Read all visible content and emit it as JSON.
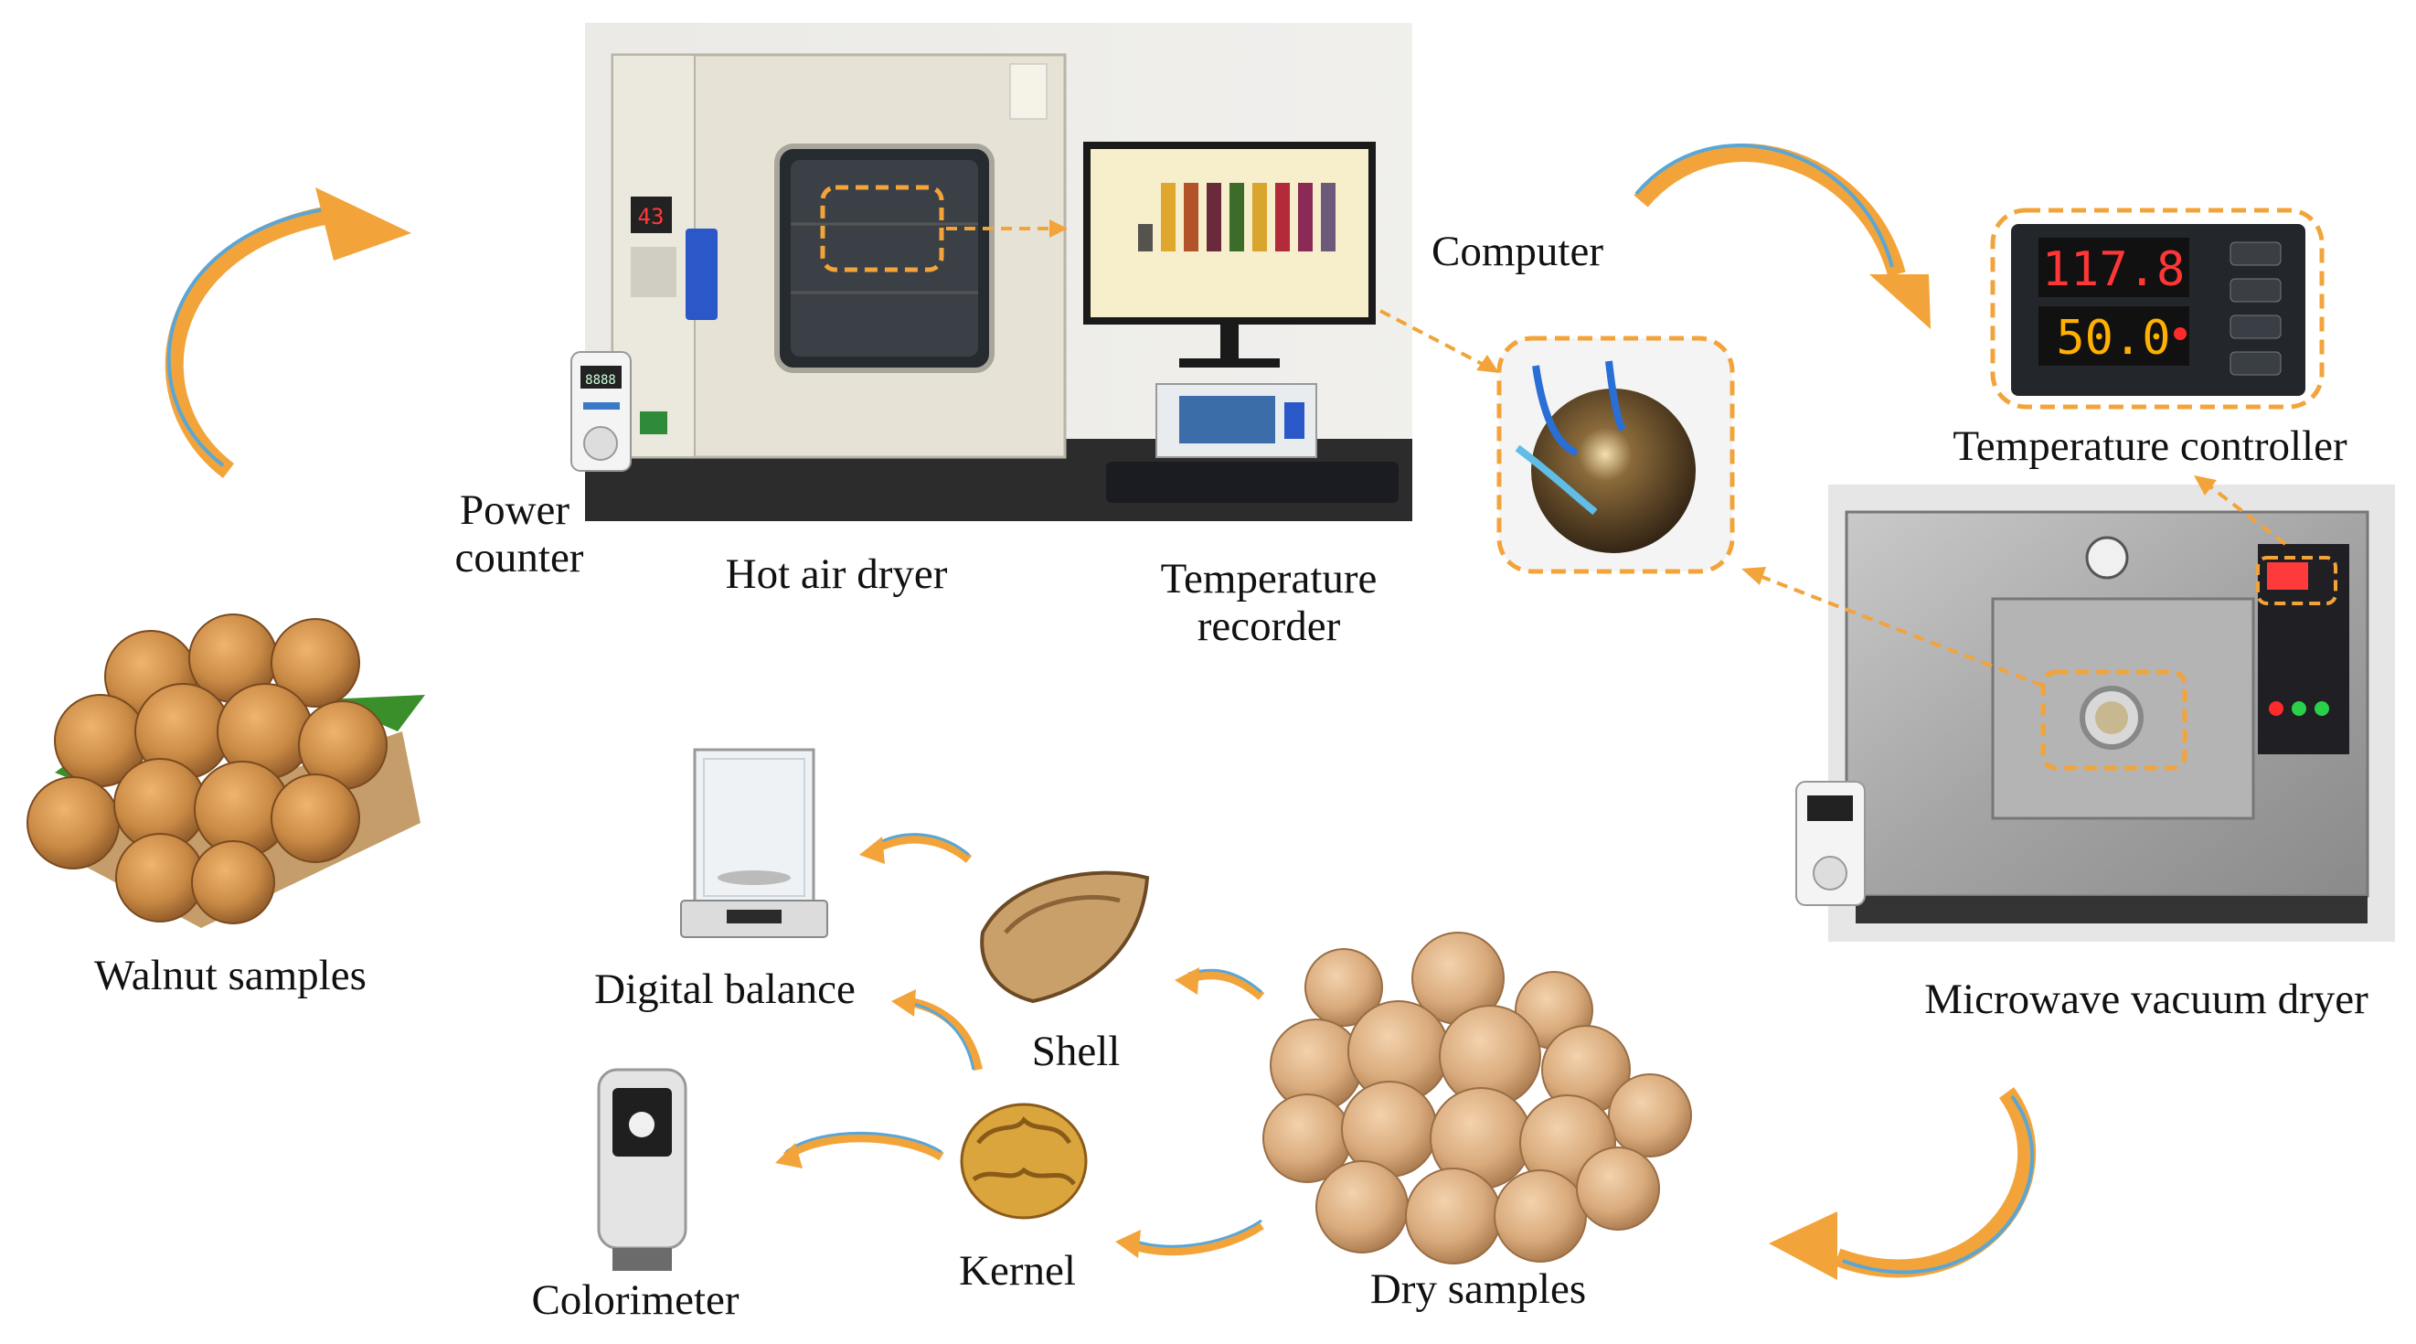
{
  "labels": {
    "walnut_samples": "Walnut samples",
    "power_counter_1": "Power",
    "power_counter_2": "counter",
    "hot_air_dryer": "Hot air dryer",
    "temperature_recorder_1": "Temperature",
    "temperature_recorder_2": "recorder",
    "computer": "Computer",
    "temperature_controller": "Temperature controller",
    "microwave_vacuum_dryer": "Microwave vacuum dryer",
    "dry_samples": "Dry samples",
    "shell": "Shell",
    "kernel": "Kernel",
    "digital_balance": "Digital balance",
    "colorimeter": "Colorimeter"
  },
  "readouts": {
    "controller_top": "117.8",
    "controller_bottom": "50.0",
    "power_counter_display": "8888"
  },
  "colors": {
    "arrow_orange": "#f2a43a",
    "arrow_blue": "#5aa6d6",
    "dashed_orange": "#f2a43a",
    "walnut": "#c98a45",
    "dry_walnut": "#d9ab7c",
    "steel": "#9a9a9a",
    "cabinet": "#e9e6dc"
  },
  "recorder_bars": [
    "#56524e",
    "#e0a72e",
    "#b3532a",
    "#6b2a3c",
    "#3d6b2a",
    "#d9a52c",
    "#b32a3a",
    "#8a2a55",
    "#6b5a7a"
  ]
}
